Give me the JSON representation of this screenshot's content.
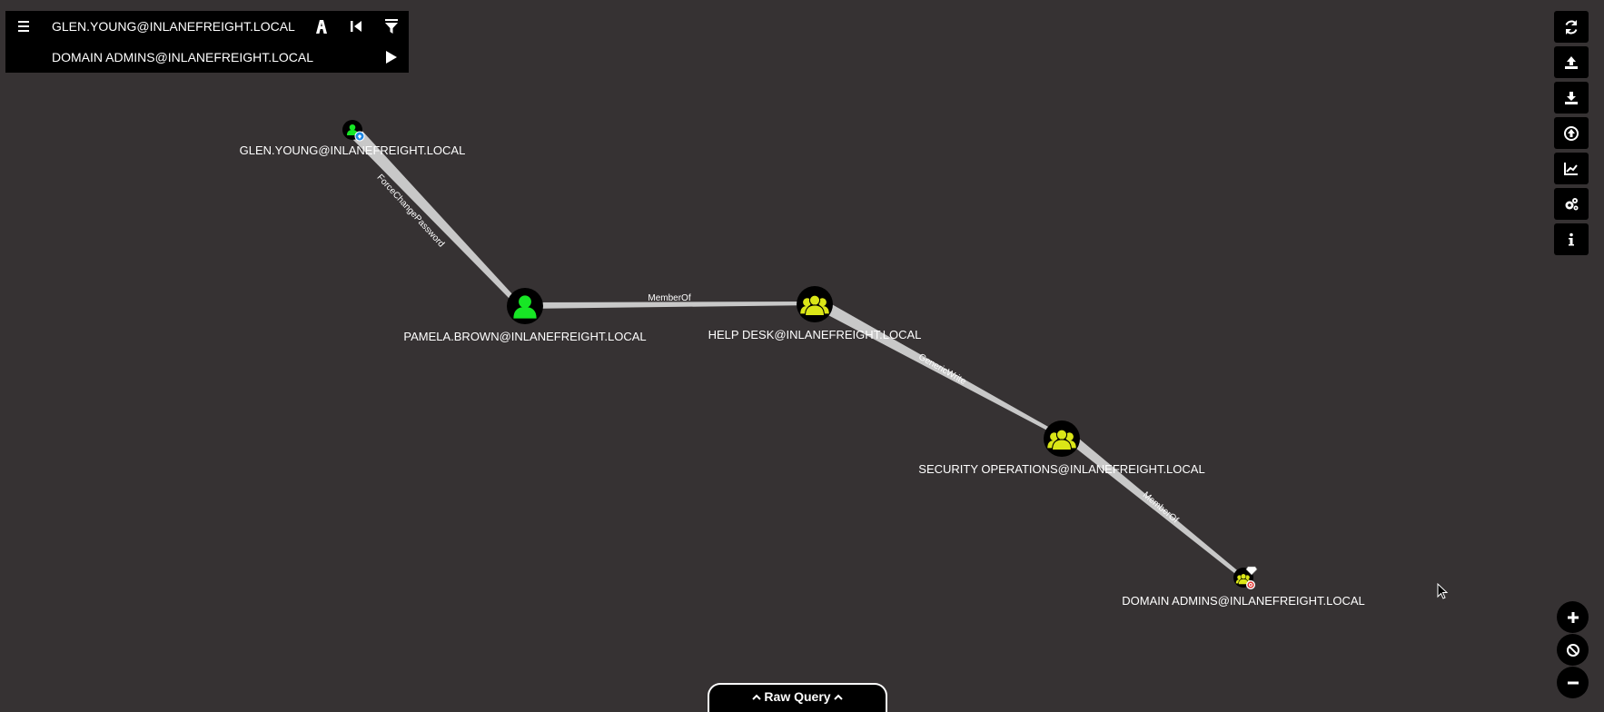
{
  "search": {
    "start_node": "GLEN.YOUNG@INLANEFREIGHT.LOCAL",
    "target_node": "DOMAIN ADMINS@INLANEFREIGHT.LOCAL",
    "icons": [
      "menu-icon",
      "pathfinding-icon",
      "back-icon",
      "filter-icon",
      "play-icon"
    ]
  },
  "graph": {
    "nodes": [
      {
        "id": "glen",
        "label": "GLEN.YOUNG@INLANEFREIGHT.LOCAL",
        "type": "user",
        "owned": true
      },
      {
        "id": "pamela",
        "label": "PAMELA.BROWN@INLANEFREIGHT.LOCAL",
        "type": "user"
      },
      {
        "id": "helpdesk",
        "label": "HELP DESK@INLANEFREIGHT.LOCAL",
        "type": "group"
      },
      {
        "id": "secops",
        "label": "SECURITY OPERATIONS@INLANEFREIGHT.LOCAL",
        "type": "group"
      },
      {
        "id": "domainadmins",
        "label": "DOMAIN ADMINS@INLANEFREIGHT.LOCAL",
        "type": "group",
        "high_value": true,
        "target": true
      }
    ],
    "edges": [
      {
        "from": "glen",
        "to": "pamela",
        "label": "ForceChangePassword"
      },
      {
        "from": "pamela",
        "to": "helpdesk",
        "label": "MemberOf"
      },
      {
        "from": "helpdesk",
        "to": "secops",
        "label": "GenericWrite"
      },
      {
        "from": "secops",
        "to": "domainadmins",
        "label": "MemberOf"
      }
    ],
    "colors": {
      "background": "#363233",
      "user_node": "#17e625",
      "group_node": "#dbe617",
      "node_circle": "#000000",
      "edge": "#c8c8c8"
    }
  },
  "right_toolbar": {
    "buttons": [
      "refresh-icon",
      "upload-icon",
      "export-icon",
      "import-icon",
      "database-info-icon",
      "settings-icon",
      "about-icon"
    ]
  },
  "zoom": {
    "buttons": [
      "zoom-in-icon",
      "reset-zoom-icon",
      "zoom-out-icon"
    ]
  },
  "raw_query": {
    "label": "Raw Query"
  }
}
